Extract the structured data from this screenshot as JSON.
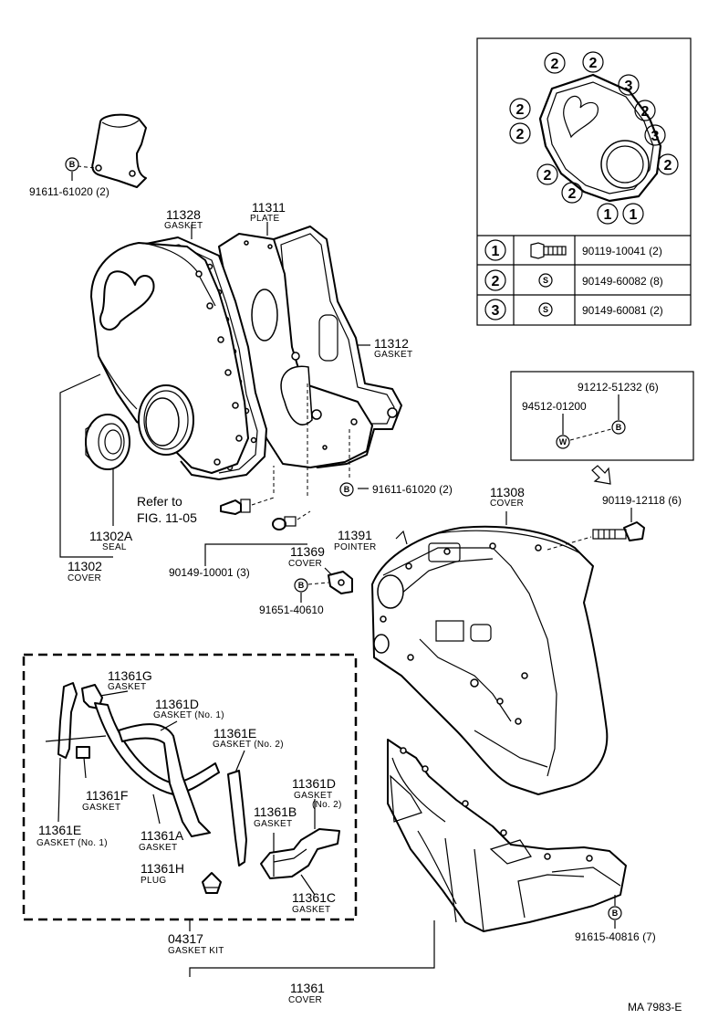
{
  "figure_id": "MA 7983-E",
  "parts": {
    "p1": {
      "number": "91611-61020 (2)"
    },
    "p2": {
      "number": "11328",
      "name": "GASKET"
    },
    "p3": {
      "number": "11311",
      "name": "PLATE"
    },
    "p4": {
      "number": "11312",
      "name": "GASKET"
    },
    "p5": {
      "number": "91611-61020 (2)"
    },
    "p6": {
      "number": "11308",
      "name": "COVER"
    },
    "p7": {
      "number": "90119-12118 (6)"
    },
    "p8": {
      "number": "11302A",
      "name": "SEAL"
    },
    "p9": {
      "number": "11302",
      "name": "COVER"
    },
    "p10": {
      "number": "90149-10001 (3)"
    },
    "p11": {
      "number": "11369",
      "name": "COVER"
    },
    "p12": {
      "number": "91651-40610"
    },
    "p13": {
      "number": "11391",
      "name": "POINTER"
    },
    "p14": {
      "number": "11361G",
      "name": "GASKET"
    },
    "p15": {
      "number": "11361D",
      "name": "GASKET (No. 1)"
    },
    "p16": {
      "number": "11361E",
      "name": "GASKET (No. 2)"
    },
    "p17": {
      "number": "11361F",
      "name": "GASKET"
    },
    "p18": {
      "number": "11361D",
      "name": "GASKET",
      "extra": "(No. 2)"
    },
    "p19": {
      "number": "11361B",
      "name": "GASKET"
    },
    "p20": {
      "number": "11361E",
      "name": "GASKET (No. 1)"
    },
    "p21": {
      "number": "11361A",
      "name": "GASKET"
    },
    "p22": {
      "number": "11361H",
      "name": "PLUG"
    },
    "p23": {
      "number": "11361C",
      "name": "GASKET"
    },
    "p24": {
      "number": "04317",
      "name": "GASKET KIT"
    },
    "p25": {
      "number": "11361",
      "name": "COVER"
    },
    "p26": {
      "number": "91615-40816 (7)"
    }
  },
  "refer": {
    "line1": "Refer to",
    "line2": "FIG. 11-05"
  },
  "inset_top": {
    "callouts": [
      "2",
      "2",
      "3",
      "2",
      "2",
      "2",
      "3",
      "2",
      "2",
      "2",
      "1",
      "1"
    ],
    "table": [
      {
        "key": "1",
        "part": "90119-10041 (2)"
      },
      {
        "key": "2",
        "symbol": "S",
        "part": "90149-60082 (8)"
      },
      {
        "key": "3",
        "symbol": "S",
        "part": "90149-60081 (2)"
      }
    ]
  },
  "inset_mid": {
    "part_a": "91212-51232 (6)",
    "part_b": "94512-01200",
    "mark_a": "B",
    "mark_b": "W"
  },
  "markers": {
    "b": "B"
  },
  "colors": {
    "line": "#000000",
    "background": "#ffffff"
  }
}
